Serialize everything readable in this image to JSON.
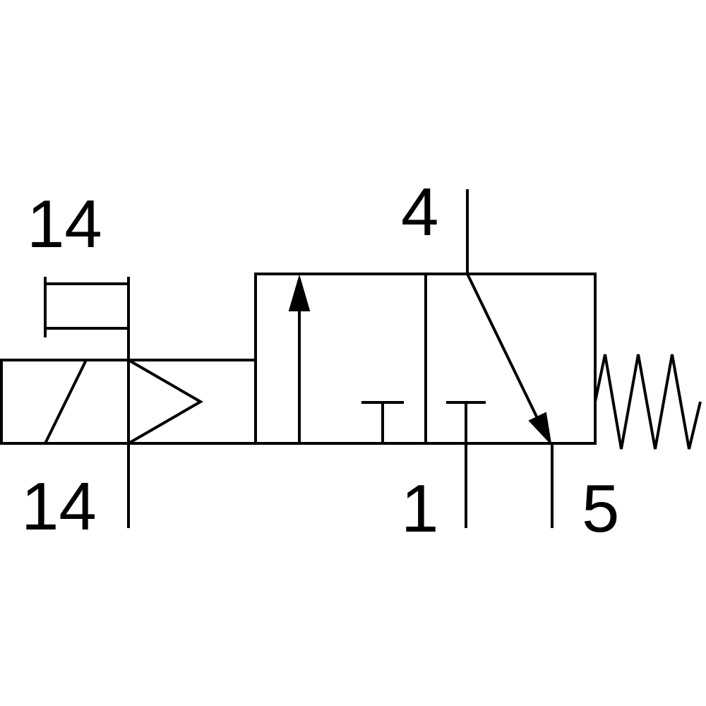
{
  "labels": {
    "manual_override": "14",
    "solenoid": "14",
    "port_out": "4",
    "port_supply": "1",
    "port_exhaust": "5"
  },
  "colors": {
    "line": "#000000",
    "background": "#ffffff"
  }
}
